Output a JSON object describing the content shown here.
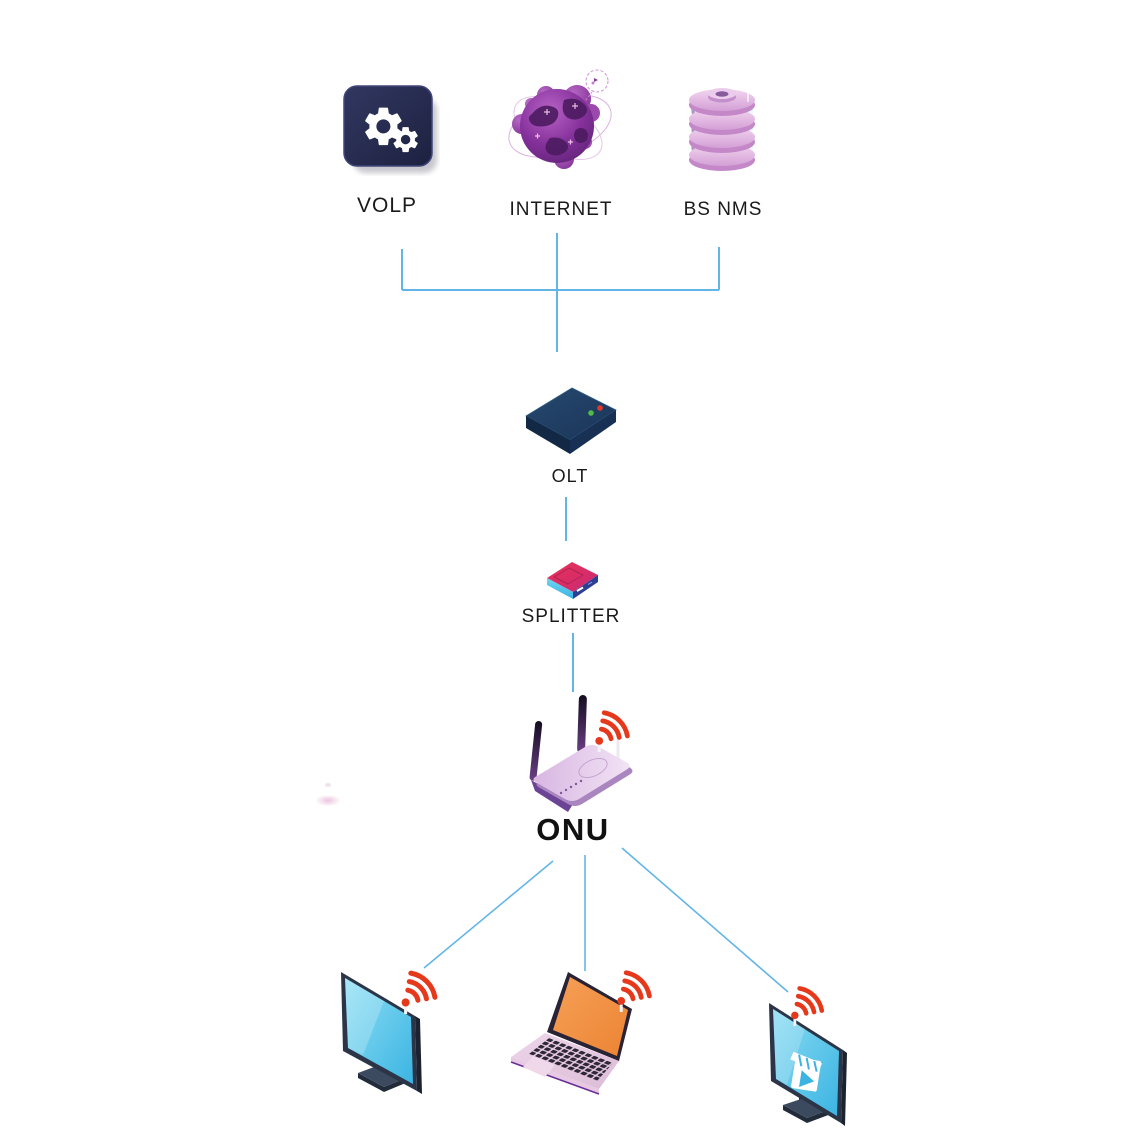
{
  "diagram": {
    "type": "network-topology",
    "background": "#ffffff",
    "nodes": [
      {
        "id": "volp",
        "label": "VOLP",
        "icon": "gears-app-icon"
      },
      {
        "id": "internet",
        "label": "INTERNET",
        "icon": "globe-icon"
      },
      {
        "id": "bs-nms",
        "label": "BS NMS",
        "icon": "database-stack-icon"
      },
      {
        "id": "olt",
        "label": "OLT",
        "icon": "olt-device-icon"
      },
      {
        "id": "splitter",
        "label": "SPLITTER",
        "icon": "splitter-device-icon"
      },
      {
        "id": "onu",
        "label": "ONU",
        "icon": "wifi-router-icon"
      },
      {
        "id": "desktop",
        "label": "",
        "icon": "desktop-monitor-icon"
      },
      {
        "id": "laptop",
        "label": "",
        "icon": "laptop-icon"
      },
      {
        "id": "smart-tv",
        "label": "",
        "icon": "smart-tv-icon"
      }
    ],
    "edges": [
      {
        "from": "volp",
        "to": "olt"
      },
      {
        "from": "internet",
        "to": "olt"
      },
      {
        "from": "bs-nms",
        "to": "olt"
      },
      {
        "from": "olt",
        "to": "splitter"
      },
      {
        "from": "splitter",
        "to": "onu"
      },
      {
        "from": "onu",
        "to": "desktop"
      },
      {
        "from": "onu",
        "to": "laptop"
      },
      {
        "from": "onu",
        "to": "smart-tv"
      }
    ],
    "colors": {
      "connector": "#63b5e7",
      "wifi_signal": "#e6391c",
      "app_navy": "#23284a",
      "olt_navy": "#1e3b5f",
      "splitter_pink": "#e62e55",
      "splitter_blue": "#2c3f93",
      "router_lavender": "#e2c4e9",
      "screen_cyan": "#3db6e3",
      "laptop_orange": "#ef8f40",
      "globe_purple": "#8b3aa0",
      "database_pink": "#dbaede"
    }
  }
}
